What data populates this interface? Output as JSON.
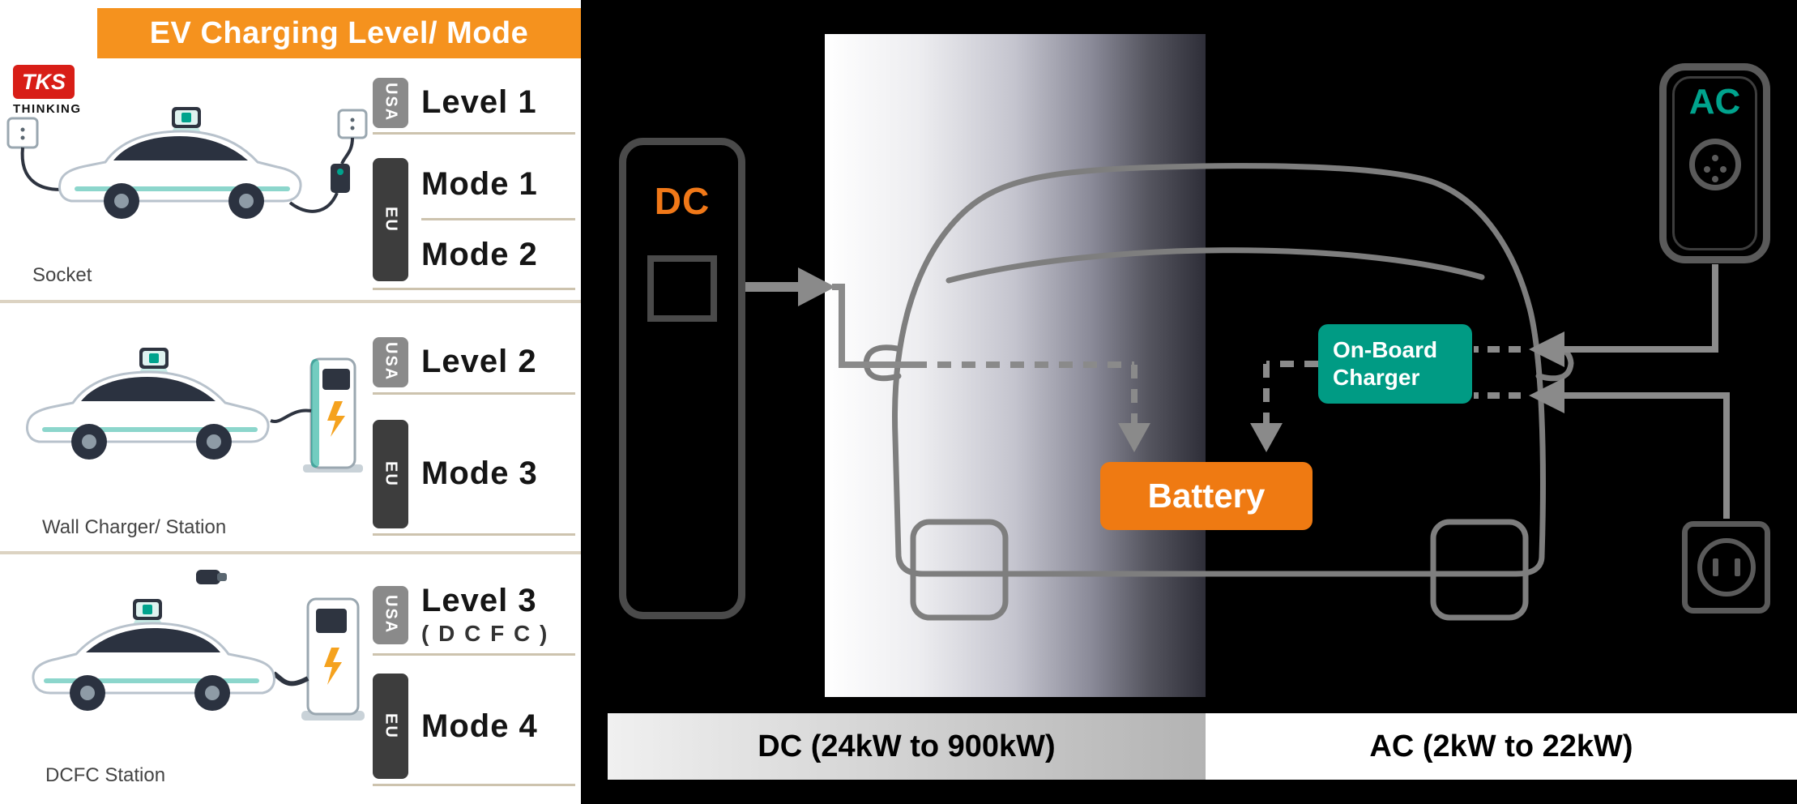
{
  "left_panel": {
    "header": "EV Charging Level/ Mode",
    "logo": {
      "brand": "TKS",
      "sub": "THINKING"
    },
    "badges": {
      "usa": "USA",
      "eu": "EU"
    },
    "sections": [
      {
        "caption": "Socket",
        "usa_level": "Level 1",
        "eu_modes": [
          "Mode 1",
          "Mode 2"
        ]
      },
      {
        "caption": "Wall Charger/ Station",
        "usa_level": "Level 2",
        "eu_modes": [
          "Mode 3"
        ]
      },
      {
        "caption": "DCFC Station",
        "usa_level": "Level 3",
        "usa_level_sub": "( D C F C )",
        "eu_modes": [
          "Mode 4"
        ]
      }
    ]
  },
  "diagram": {
    "dc_station_label": "DC",
    "ac_device_label": "AC",
    "battery_label": "Battery",
    "on_board_charger": {
      "line1": "On-Board",
      "line2": "Charger"
    },
    "dc_power_range": "DC (24kW to 900kW)",
    "ac_power_range": "AC (2kW to 22kW)"
  },
  "icons": {
    "ac_connector": "type2-socket-icon",
    "wall_outlet": "power-outlet-icon",
    "flow_arrows": "gray-flow-arrow"
  },
  "colors": {
    "header_orange": "#F5921E",
    "battery_orange": "#EF7A12",
    "teal": "#00A38D",
    "usa_badge_gray": "#8A8A8A",
    "eu_badge_dark": "#3D3D3D",
    "divider_tan": "#CDC3AE",
    "wire_gray": "#8A8A8A"
  }
}
